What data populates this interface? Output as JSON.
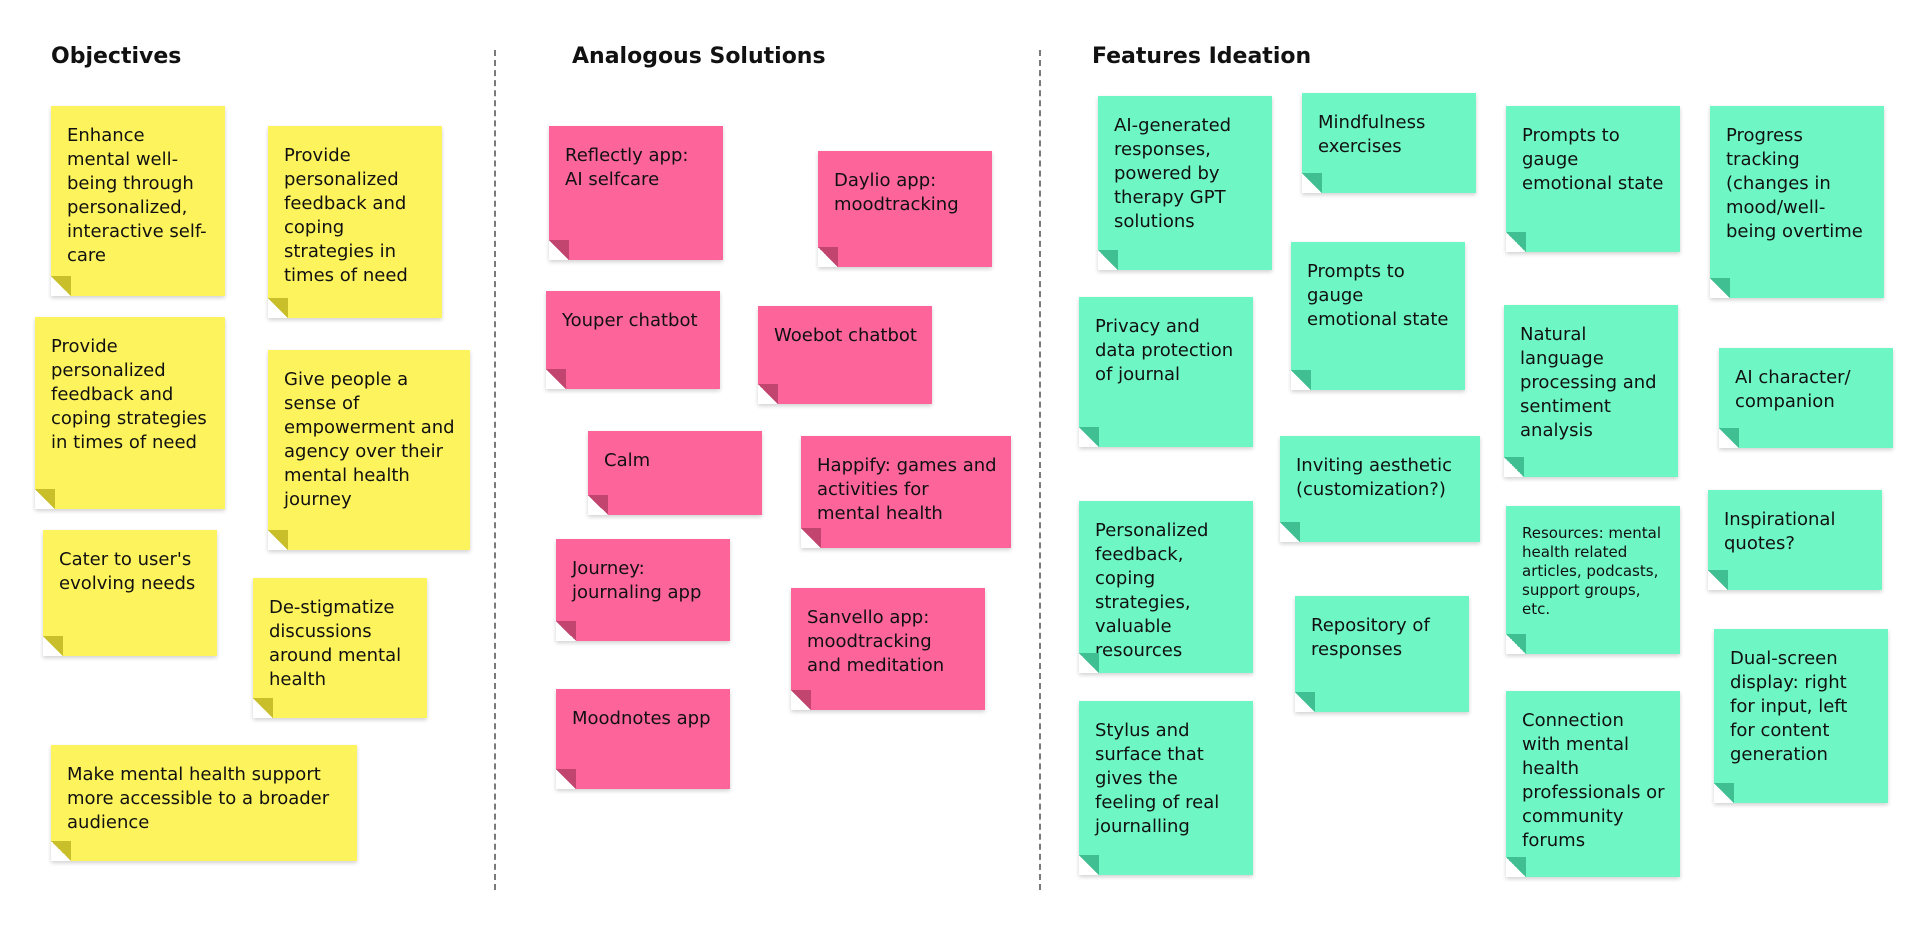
{
  "sections": {
    "objectives": {
      "title": "Objectives"
    },
    "analogous": {
      "title": "Analogous Solutions"
    },
    "features": {
      "title": "Features Ideation"
    }
  },
  "colors": {
    "yellow": "#fdf35c",
    "pink": "#fd6499",
    "green": "#6ef6c5",
    "divider": "#7a7a7a"
  },
  "objectives": [
    "Enhance mental well-being through personalized, interactive self-care",
    "Provide personalized feedback and coping strategies in times of need",
    "Provide personalized feedback and coping strategies in times of need",
    "Give people a sense of empowerment and agency over their mental health journey",
    "Cater to user's evolving needs",
    "De-stigmatize discussions around mental health",
    "Make mental health support more accessible to a broader audience"
  ],
  "analogous": [
    "Reflectly app: AI selfcare",
    "Daylio app: moodtracking",
    "Youper chatbot",
    "Woebot chatbot",
    "Calm",
    "Happify: games and activities for mental health",
    "Journey: journaling app",
    "Sanvello app: moodtracking and meditation",
    "Moodnotes app"
  ],
  "features": [
    "AI-generated responses, powered by therapy GPT solutions",
    "Mindfulness exercises",
    "Prompts to gauge emotional state",
    "Progress tracking (changes in mood/well-being overtime",
    "Privacy and data protection of journal",
    "Prompts to gauge emotional state",
    "Natural language processing and sentiment analysis",
    "AI character/ companion",
    "Inviting aesthetic (customization?)",
    "Personalized feedback, coping strategies, valuable resources",
    "Resources: mental health related articles, podcasts, support groups, etc.",
    "Inspirational quotes?",
    "Repository of responses",
    "Stylus and surface that gives the feeling of real journalling",
    "Connection with mental health professionals or community forums",
    "Dual-screen display: right for input, left for content generation"
  ]
}
